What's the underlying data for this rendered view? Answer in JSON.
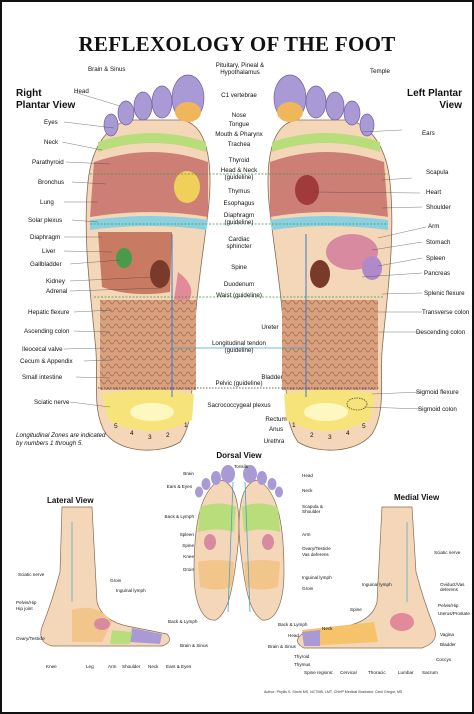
{
  "title": "REFLEXOLOGY OF THE FOOT",
  "views": {
    "right_plantar": "Right Plantar View",
    "left_plantar": "Left Plantar View",
    "dorsal": "Dorsal View",
    "lateral": "Lateral View",
    "medial": "Medial View"
  },
  "plantar_left_labels": [
    "Brain & Sinus",
    "Head",
    "Eyes",
    "Neck",
    "Parathyroid",
    "Bronchus",
    "Lung",
    "Solar plexus",
    "Diaphragm",
    "Liver",
    "Gallbladder",
    "Kidney",
    "Adrenal",
    "Hepatic flexure",
    "Ascending colon",
    "Ileocecal valve",
    "Cecum & Appendix",
    "Small intestine",
    "Sciatic nerve"
  ],
  "plantar_center_labels": [
    "Pituitary, Pineal & Hypothalamus",
    "C1 vertebrae",
    "Nose",
    "Tongue",
    "Mouth & Pharynx",
    "Trachea",
    "Thyroid",
    "Head & Neck (guideline)",
    "Thymus",
    "Esophagus",
    "Diaphragm (guideline)",
    "Cardiac sphincter",
    "Spine",
    "Duodenum",
    "Waist (guideline)",
    "Ureter",
    "Longitudinal tendon (guideline)",
    "Bladder",
    "Pelvic (guideline)",
    "Sacrococcygeal plexus",
    "Rectum",
    "Anus",
    "Urethra"
  ],
  "plantar_right_labels": [
    "Temple",
    "Ears",
    "Scapula",
    "Heart",
    "Shoulder",
    "Arm",
    "Stomach",
    "Spleen",
    "Pancreas",
    "Splenic flexure",
    "Transverse colon",
    "Descending colon",
    "Sigmoid flexure",
    "Sigmoid colon"
  ],
  "zones_note": "Longitudinal Zones are indicated by numbers 1 through 5.",
  "zone_numbers": [
    "5",
    "4",
    "3",
    "2",
    "1",
    "1",
    "2",
    "3",
    "4",
    "5"
  ],
  "dorsal_left_labels": [
    "Brain",
    "Ears & Eyes",
    "Back & Lymph",
    "Spleen",
    "Spine",
    "Knee",
    "Groin"
  ],
  "dorsal_right_labels": [
    "Tonsils",
    "Head",
    "Neck",
    "Scapula & Shoulder",
    "Arm",
    "Ovary/Testicle",
    "Vas deferens",
    "Inguinal lymph",
    "Groin"
  ],
  "lateral_labels": [
    "Sciatic nerve",
    "Groin",
    "Inguinal lymph",
    "Pelvis/Hip",
    "Hip joint",
    "Ovary/Testicle",
    "Back & Lymph",
    "Brain & Sinus",
    "Knee",
    "Leg",
    "Arm",
    "Shoulder",
    "Neck",
    "Ears & Eyes"
  ],
  "medial_labels": [
    "Sciatic nerve",
    "Inguinal lymph",
    "Oviduct/Vas deferens",
    "Pelvis/Hip",
    "Uterus/Prostate",
    "Vagina",
    "Bladder",
    "Coccyx",
    "Spine",
    "Back & Lymph",
    "Neck",
    "Head",
    "Brain & Sinus",
    "Thyroid",
    "Thymus",
    "Spine regions:",
    "Cervical",
    "Thoracic",
    "Lumbar",
    "Sacrum"
  ],
  "author": "Author: Phyllis S. Strohl MS, NCTMB, LMT, CNHP  Medical Illustrator: Cecil Gregor, MS",
  "colors": {
    "skin": "#f4d7b8",
    "toe_purple": "#a99ad6",
    "heel_yellow": "#f6e47a",
    "intestine": "#d8a07c",
    "organ_red": "#c5706a",
    "tendon_blue": "#4aa3c8",
    "guide_green": "#3a9a4a"
  }
}
